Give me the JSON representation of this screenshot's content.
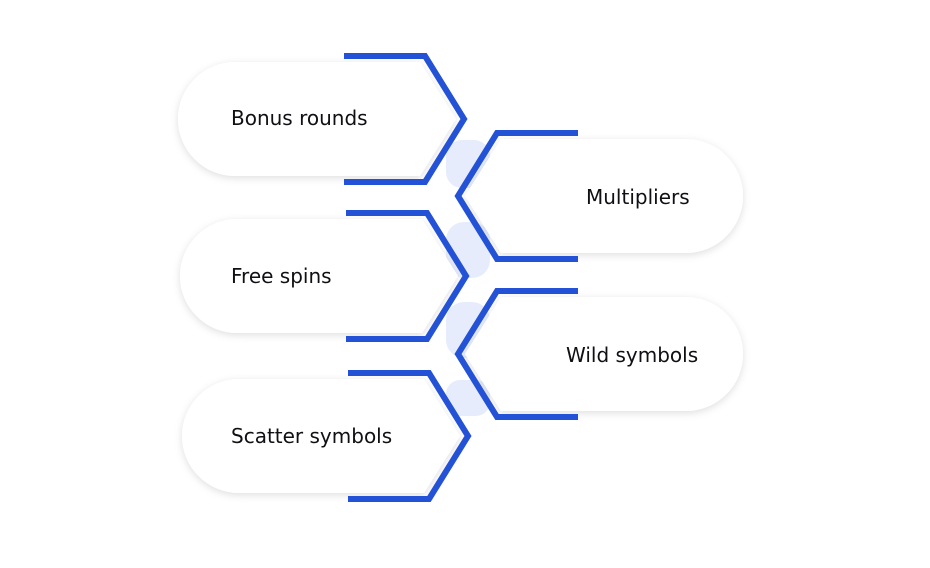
{
  "colors": {
    "accent": "#2452d6",
    "connector": "#e6ecfb",
    "pill": "#ffffff",
    "text": "#0f0f14"
  },
  "features": {
    "bonus_rounds": "Bonus rounds",
    "multipliers": "Multipliers",
    "free_spins": "Free spins",
    "wild_symbols": "Wild symbols",
    "scatter_symbols": "Scatter symbols"
  }
}
